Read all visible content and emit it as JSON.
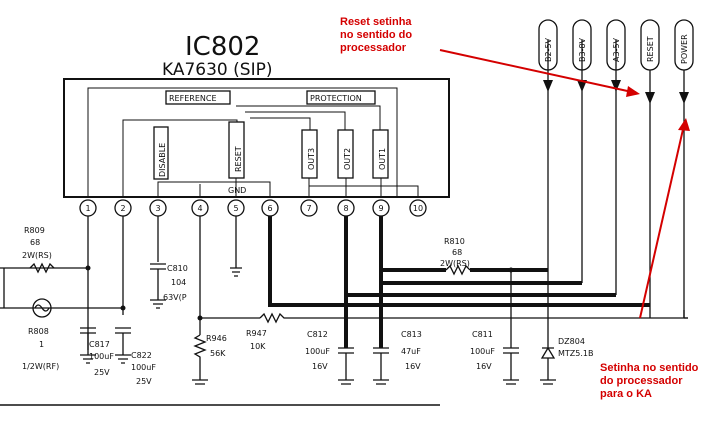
{
  "ic": {
    "name": "IC802",
    "part": "KA7630 (SIP)",
    "labels": {
      "reference": "REFERENCE",
      "protection": "PROTECTION",
      "disable": "DISABLE",
      "reset": "RESET",
      "out3": "OUT3",
      "out2": "OUT2",
      "out1": "OUT1",
      "gnd": "GND"
    },
    "pins": [
      "1",
      "2",
      "3",
      "4",
      "5",
      "6",
      "7",
      "8",
      "9",
      "10"
    ]
  },
  "connectors": [
    "B2-5V",
    "B3-8V",
    "A3-5V",
    "RESET",
    "POWER"
  ],
  "components": {
    "r809": {
      "ref": "R809",
      "value": "68",
      "rating": "2W(RS)"
    },
    "r808": {
      "ref": "R808",
      "value": "1",
      "rating": "1/2W(RF)"
    },
    "c817": {
      "ref": "C817",
      "value": "100uF",
      "rating": "25V"
    },
    "c822": {
      "ref": "C822",
      "value": "100uF",
      "rating": "25V"
    },
    "c810": {
      "ref": "C810",
      "value": "104",
      "rating": "63V(P"
    },
    "r946": {
      "ref": "R946",
      "value": "56K"
    },
    "r947": {
      "ref": "R947",
      "value": "10K"
    },
    "c812": {
      "ref": "C812",
      "value": "100uF",
      "rating": "16V"
    },
    "c813": {
      "ref": "C813",
      "value": "47uF",
      "rating": "16V"
    },
    "r810": {
      "ref": "R810",
      "value": "68",
      "rating": "2W(RS)"
    },
    "c811": {
      "ref": "C811",
      "value": "100uF",
      "rating": "16V"
    },
    "dz804": {
      "ref": "DZ804",
      "value": "MTZ5.1B"
    }
  },
  "annotations": {
    "top": "Reset setinha\nno sentido do\nprocessador",
    "bottom": "Setinha no sentido\ndo processador\npara o KA"
  },
  "colors": {
    "ink": "#111111",
    "annotation": "#d40000"
  }
}
